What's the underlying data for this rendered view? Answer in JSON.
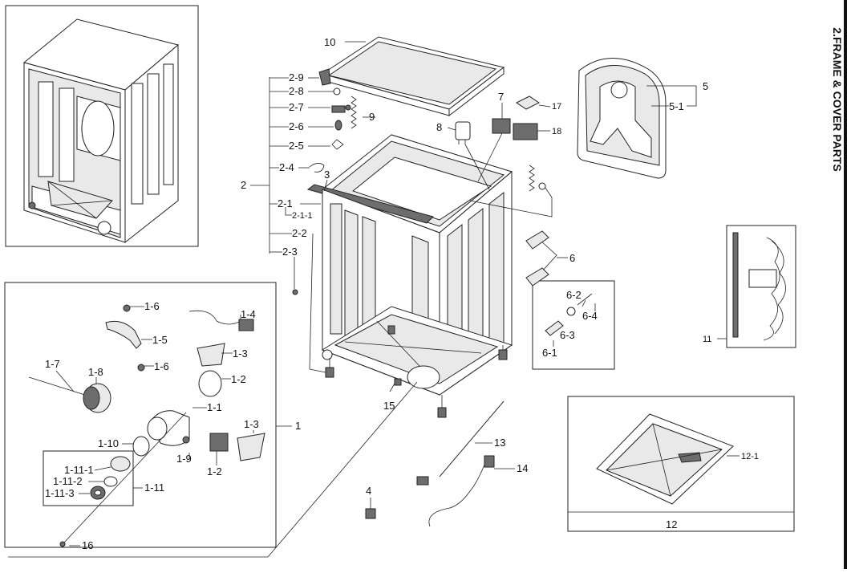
{
  "page": {
    "section_title": "2.FRAME & COVER PARTS"
  },
  "labels": {
    "p1": "1",
    "p1_1": "1-1",
    "p1_2a": "1-2",
    "p1_2b": "1-2",
    "p1_3a": "1-3",
    "p1_3b": "1-3",
    "p1_4": "1-4",
    "p1_5": "1-5",
    "p1_6a": "1-6",
    "p1_6b": "1-6",
    "p1_7": "1-7",
    "p1_8": "1-8",
    "p1_9": "1-9",
    "p1_10": "1-10",
    "p1_11": "1-11",
    "p1_11_1": "1-11-1",
    "p1_11_2": "1-11-2",
    "p1_11_3": "1-11-3",
    "p2": "2",
    "p2_1": "2-1",
    "p2_1_1": "2-1-1",
    "p2_2": "2-2",
    "p2_3": "2-3",
    "p2_4": "2-4",
    "p2_5": "2-5",
    "p2_6": "2-6",
    "p2_7": "2-7",
    "p2_8": "2-8",
    "p2_9": "2-9",
    "p3": "3",
    "p4": "4",
    "p5": "5",
    "p5_1": "5-1",
    "p6": "6",
    "p6_1": "6-1",
    "p6_2": "6-2",
    "p6_3": "6-3",
    "p6_4": "6-4",
    "p7": "7",
    "p8": "8",
    "p9": "9",
    "p10": "10",
    "p11": "11",
    "p12": "12",
    "p12_1": "12-1",
    "p13": "13",
    "p14": "14",
    "p15": "15",
    "p16": "16",
    "p17": "17",
    "p18": "18"
  },
  "colors": {
    "line": "#222222",
    "part_fill": "#e9e9e9",
    "dark_fill": "#6d6d6d"
  }
}
